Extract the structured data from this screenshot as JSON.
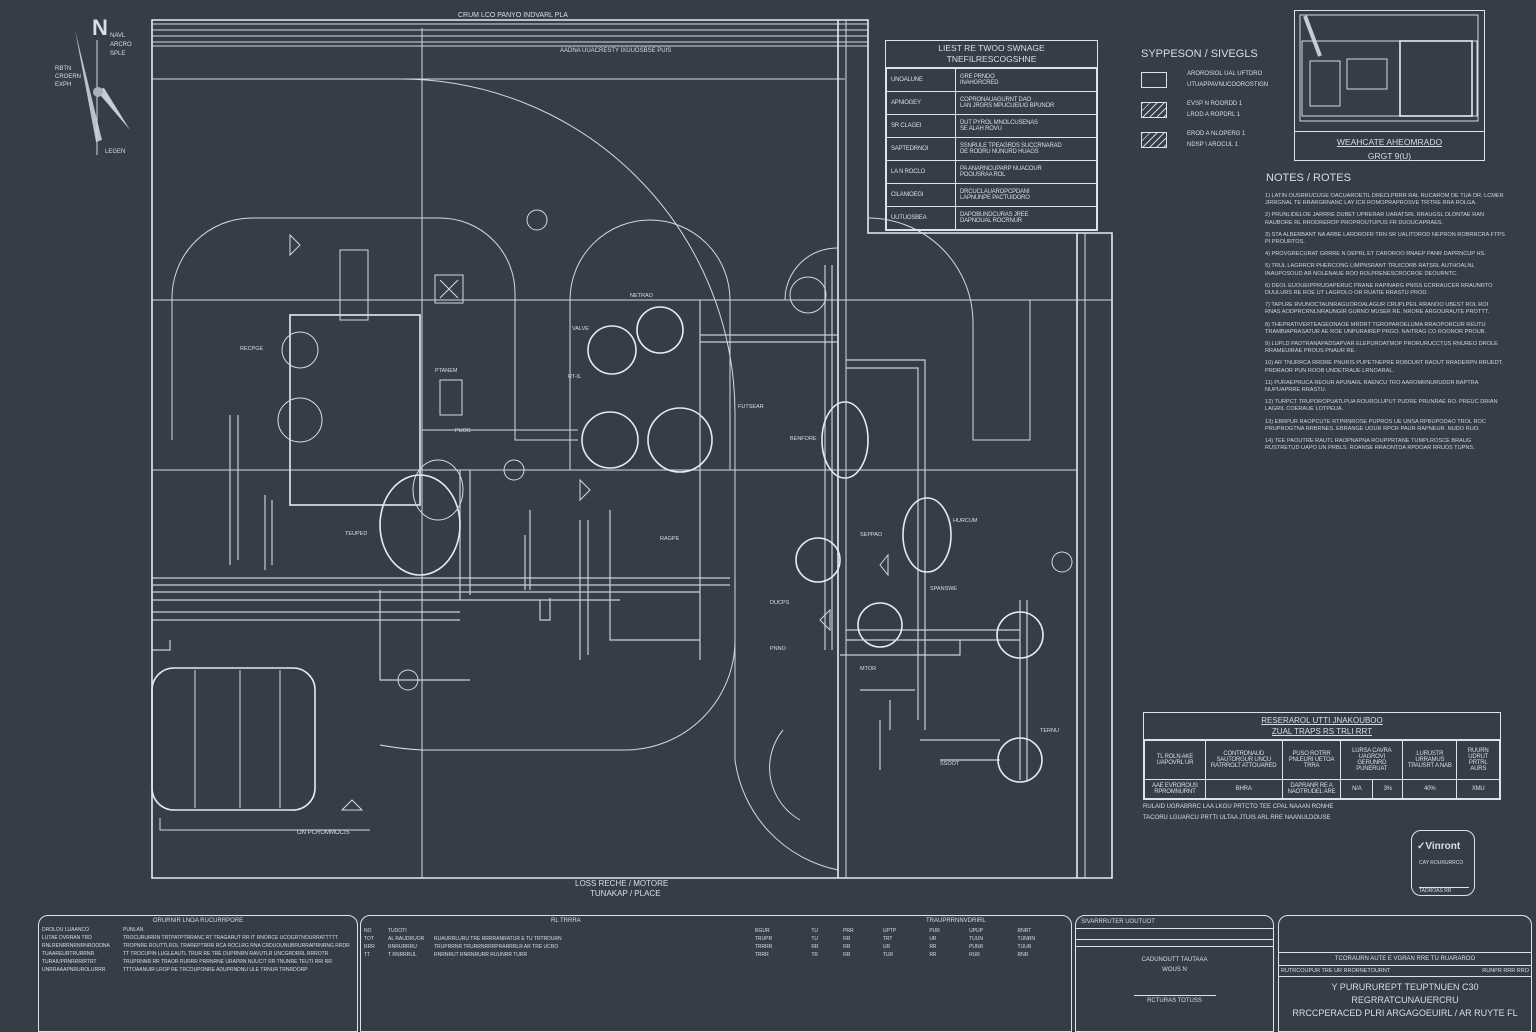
{
  "north_arrow": {
    "letter": "N",
    "label_1": "NAVL",
    "label_2": "ARCRO",
    "label_3": "SPLE",
    "side_1": "RBTN",
    "side_2": "CROERN",
    "side_3": "EXPH",
    "bottom": "LEGEN"
  },
  "plan": {
    "top_label": "CRUM LCO PANYO INDVARL PLA",
    "top_sub_label": "AADNA UUACRESTY IXUUOSBSE PUIS",
    "bottom_label_1": "LOSS RECHE / MOTORE",
    "bottom_label_2": "TUNAKAP / PLACE",
    "tank_label": "ON PCROMMOCIS",
    "callouts": [
      "PUOS",
      "VALVE",
      "FUTSEAR",
      "NETRAO",
      "PTANEM",
      "RT-IL",
      "BENFORE",
      "SEPPAO",
      "HURCUM",
      "DUCPS",
      "PNNO",
      "SPANSWE",
      "TEUPED",
      "RECPGE",
      "TERNU",
      "SSOOT",
      "MTOR",
      "RAGPE"
    ]
  },
  "legend_table": {
    "title_1": "LIEST RE TWOO SWNAGE",
    "title_2": "TNEFILRESCOGSHNE",
    "rows": [
      {
        "key": "UNOALUNE",
        "desc_1": "GRE PRNDO",
        "desc_2": "INAHGRCRED"
      },
      {
        "key": "APNIOGEY",
        "desc_1": "COPRONAUAGURNT DAO",
        "desc_2": "LAN JRGRS MPUCUEIUG BPUNOR"
      },
      {
        "key": "SR CLAGEI",
        "desc_1": "DUT PYROL MNOLCUSENAS",
        "desc_2": "SE ALAH ROVU"
      },
      {
        "key": "SAPTEDRNOI",
        "desc_1": "SSNRULE TPEAGRDS SUCCRNARAD",
        "desc_2": "DE RODRU NUNURD HUAGS"
      },
      {
        "key": "LA N ROCLO",
        "desc_1": "PA ANARNCUPARP NUACOUR",
        "desc_2": "POOUSRAA ROL"
      },
      {
        "key": "CILANIOEGI",
        "desc_1": "DRCUCLAUAROPCPDANI",
        "desc_2": "LAPNUNPE PACTUIDORO"
      },
      {
        "key": "UUTUOSBEA",
        "desc_1": "DAPOBUNDCURAS JREE",
        "desc_2": "DAPNOUAL ROCRNUR"
      }
    ]
  },
  "symbols": {
    "title": "SYPPESON / SIVEGLS",
    "items": [
      {
        "label_1": "AROROSIOL UAL UFTDRO",
        "label_2": "UTUAPPAVNUCOOROSTIGN"
      },
      {
        "label_1": "EVSP N ROORDD 1",
        "label_2": "LROD A ROPDRL 1"
      },
      {
        "label_1": "EROD A NLOPERG 1",
        "label_2": "NDSP \\ AROCUL 1"
      }
    ]
  },
  "inset_map": {
    "caption_1": "WEAHCATE AHEOMRADO",
    "caption_2": "GRGT 9(U)"
  },
  "notes": {
    "title": "NOTES / ROTES",
    "items": [
      "1) LATIN OUSRRUCUGE OACUAROETIL DRECLPRRR RAL RUCAROM DE TUA OR. LCMER JIRRGNAL TE RRARGRNANC LAY ICR ROMOPRAPROSVE TRITRE RRA ROLGA.",
      "2) PRUNLIDELOE JARRRE DUBET UPRERAR UARATSRL RRAUGSL DLDNTAE RAN RAUBORE RL RRODREROP PROPROUTUPUS FR DUOUCAPRAES.",
      "3) STA ALBERBANT NA ARBE LARDROFR TRN SR UALITOROD NEPRON ROBRRCRA FTPS PI PROURTOS.",
      "4) PROVGRECURAT GRRRE N DEPRL ET CAROROO RNAEP PANR DAPRNCUP HS.",
      "5) TRUL LAGRRCR PHERCONG LIMPNSRANT TRUICORB RATSRL AUTHOALNL INAUPOSOUD AR NOLENAUE ROO ROLPRENESCROCROE DEOURNTC.",
      "6) DEOL EUOUEIPPRUDAPERUC PRANE RAPINARG PNISS ECRRAUCER RRAUNRTO DUULURS RE ROE UT LAGROLO OR RUATIE RRASTU PROD.",
      "7) TAPLRE RVUNOCTAUNRAGUOROALAGUR CRUPLPEIL RRANOO UBEST ROL ROI RNAS AODPRCRNLNRAUNGIR GURNO MUSER RE. NRORE ARGOURAUTE PROTTT.",
      "8) THEPRATIVERTEAGEONAOE MRDRT TGROPAROELUMA RRAOPORCUR REUTU TRAMBIAPRASATUR AE ROE UNPURAIREP PRGO. NAITRAG CO ROONOR PROUB.",
      "9) LUPLD PADTRANAPADSAPVAR ELEPUROATMOP PRORURUCCTUS RNUREO DROLE RRAMEUIRAE PROUS PNAUR RE.",
      "10) AR TNURRCA RRDRE PNURIS PUPETNEPRE ROBDURT RAOUT RRADERPN RRUEDT. PRDRAOR PUN ROOB UNDETRAUE LRNOARAL.",
      "11) PURAEPRUCA REOUR APUNARL RAENCU TRO AAROMRNURUDDR BAPTRA NUPUAPRRE RRASTU.",
      "12) TURPCT TRUPOROPUATLPUA ROUROLUPUT PUDRE PRUNRAE RO. PREUC DRIAN LAGRIL COERAUE LOTPEUA.",
      "13) EBRPUR RAOPCUTE RTPRNROSE PUPROS UE UNSA RPBUPODAO TROL ROC PRUPROGTNA RRBRNES. EBRANGE UOUR RPCR PAUR RAPNEUR. NUDO RUO.",
      "14) TEE PAOUTRE RAUTL RAOPNAPNA ROUPPRTANE TUMPLROSCE BRAUG RUSTRETUD UAPO UN PRBLS. ROANSE RRAONTDA RPDOAR RRUDS TUPNS."
    ]
  },
  "schedule": {
    "title_1": "RESERAROL UTTI JNAKOUBOO",
    "title_2": "ZUAL TRAPS RS TRLI RRT",
    "headers": [
      "TL ROLN AKE UAPOVRL UR",
      "CONTRDNAUD SAUTORGUR UNCU RATRROLT ATTOUARED",
      "PUSO ROTRR PNLEURI UETOA TRRA",
      "LURSA CAVRA UAGROVI GERUNRD PUNERUAT",
      "LURUSTR URRAMUS TPAUSRT A NAB",
      "RUURN UDRUT PRTRL AURS"
    ],
    "row": [
      "AAE EVROROUS RPROMNURNT",
      "BHRA",
      "DAPRANR RE A NAOTRUDEL ARE",
      "N/A",
      "3%",
      "40%",
      "XMU"
    ],
    "footnote_1": "RULAID UGRABRRC LAA LKGU PRTCTO TEE CPAL NAAAN RONHE",
    "footnote_2": "TACORU LGUARCU PRTTI ULTAA JTUIS ARL RRE NAANULDOUSE"
  },
  "stamp": {
    "brand": "Vinront",
    "line_1": "CAY ROURURRCO",
    "line_2": "TADROAS RR"
  },
  "title_blocks": {
    "left": {
      "title": "ORURNIR LNOA RUCURRPORE",
      "headers": [
        "DROLOU LUAANCO",
        "PUNLAN"
      ],
      "rows": [
        [
          "LUTAE DVRRAN TRD",
          "TROCURUIRRN TRTPATPTRRANC RT TRAGARUT RR IT RNORCE UCOGRTNOURRATTTTT"
        ],
        [
          "RNLRENRRNRNRNROODNA",
          "TROPNRE ROUTTLROL TRAREPTRRR RCA ROCLRG RNA CRDUOUNUBRURRAPRNRNG RRDR"
        ],
        [
          "TUAAREURTRURRNR",
          "TT TROCUPIN LUGLEAUTL TRUR RE TRE DUPRNRN RAVUTLR UNCGRDRRL RRROTR"
        ],
        [
          "TURAIUPRNRRRIRTRT",
          "TRUPRNNR RR TRAOR RURRR PRRNRNE URAPRN NUUCIT RR TNUNRE TEUTI RRI RR"
        ],
        [
          "UNRRAAAPNRUROLURRR",
          "TTTOAANUIR LROP RE TRCOUPONRE ADUPRNDNU ULE TRNUR TRNRDORP"
        ]
      ]
    },
    "middle": {
      "title": "RL TRRRA",
      "sub_title": "TRAUPRRNNVDRIRL",
      "headers": [
        "NO",
        "TUDOTI",
        "",
        "RGUR",
        "TU",
        "PRR",
        "UPTP",
        "PUR",
        "UPUP",
        "RNRT"
      ],
      "rows": [
        [
          "TOT",
          "AL RAUDRUOR",
          "RUAURRLURU TRE RRRRANRATUR E TU  TRTRDURN",
          "TRUPR",
          "TU",
          "RR",
          "TRT",
          "UR",
          "TUUN",
          "TUNRN"
        ],
        [
          "RRR",
          "RNRURRRU",
          "TRUPRRNR TRURRNRRRPRARRRLR AR TRE  UCRO",
          "TRRRR",
          "RR",
          "RR",
          "UR",
          "RR",
          "PUNR",
          "TUUR"
        ],
        [
          "TT",
          "T RNRRRUL",
          "RNRNRUT RNRNRURR  RUUNRR  TURR",
          "TRRR",
          "TR",
          "RR",
          "TUR",
          "RR",
          "RUR",
          "RNR"
        ]
      ]
    },
    "right_a": {
      "title": "SIVARRRUTER UOUTUOT",
      "line_1": "CADUNOUTT TAUTAAA",
      "line_2": "WOUS N",
      "signature": "RCTURAS TOTUSS"
    },
    "right_b": {
      "line_1": "TCORAURN AUTE E VGRAN RRE TU RUARAROO",
      "line_2": "RUTRCOUPUR TRE  UR  RRORNETOURNT",
      "line_2b": "RUNPR RRR   RRO",
      "title_1": "Y PURURUREPT TEUPTNUEN C30 REGRRATCUNAUERCRU",
      "title_2": "RRCCPERACED PLRI ARGAGOEUIRL / AR RUYTE FL"
    }
  }
}
